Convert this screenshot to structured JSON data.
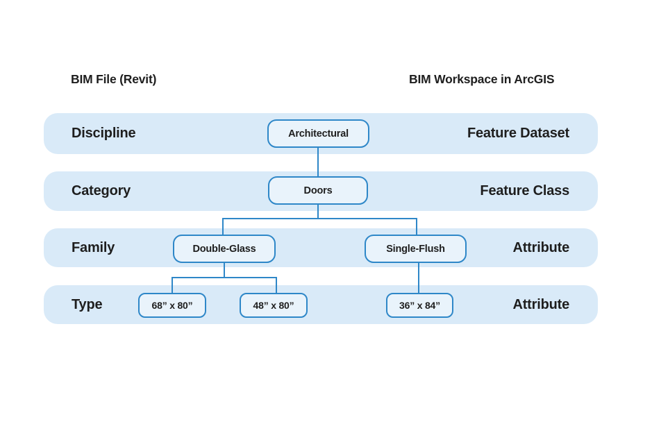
{
  "headers": {
    "left": "BIM File (Revit)",
    "right": "BIM Workspace in ArcGIS"
  },
  "rows": [
    {
      "left_label": "Discipline",
      "right_label": "Feature Dataset"
    },
    {
      "left_label": "Category",
      "right_label": "Feature Class"
    },
    {
      "left_label": "Family",
      "right_label": "Attribute"
    },
    {
      "left_label": "Type",
      "right_label": "Attribute"
    }
  ],
  "tree": {
    "discipline_node": "Architectural",
    "category_node": "Doors",
    "family_nodes": [
      "Double-Glass",
      "Single-Flush"
    ],
    "type_nodes": [
      "68” x 80”",
      "48” x 80”",
      "36” x 84”"
    ]
  },
  "colors": {
    "band_fill": "#d9eaf8",
    "node_fill": "#e9f3fb",
    "accent_blue": "#2e87c8",
    "text": "#1e1e1e",
    "background": "#ffffff"
  }
}
